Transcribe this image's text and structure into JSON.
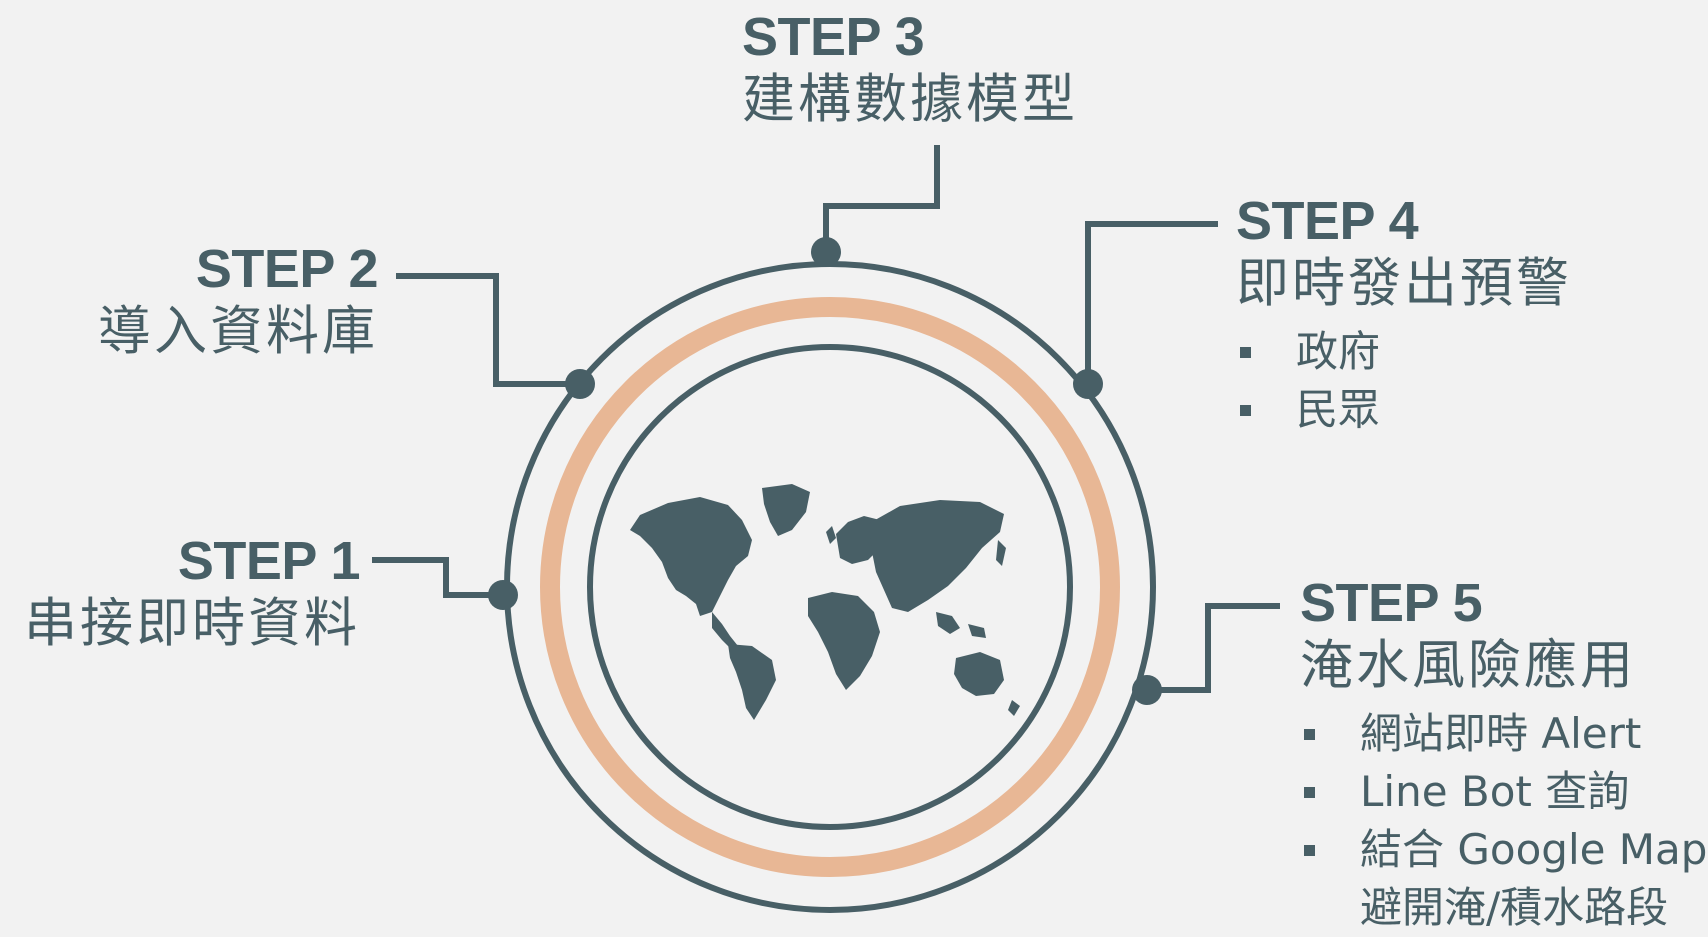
{
  "colors": {
    "primary": "#485f66",
    "accent_ring": "#e8b795",
    "background": "#f2f2f2"
  },
  "center_graphic": "world-map",
  "steps": [
    {
      "label": "STEP 1",
      "title": "串接即時資料",
      "bullets": []
    },
    {
      "label": "STEP 2",
      "title": "導入資料庫",
      "bullets": []
    },
    {
      "label": "STEP 3",
      "title": "建構數據模型",
      "bullets": []
    },
    {
      "label": "STEP 4",
      "title": "即時發出預警",
      "bullets": [
        "政府",
        "民眾"
      ]
    },
    {
      "label": "STEP 5",
      "title": "淹水風險應用",
      "bullets": [
        "網站即時 Alert",
        "Line Bot 查詢",
        "結合 Google Map",
        "避開淹/積水路段"
      ]
    }
  ]
}
